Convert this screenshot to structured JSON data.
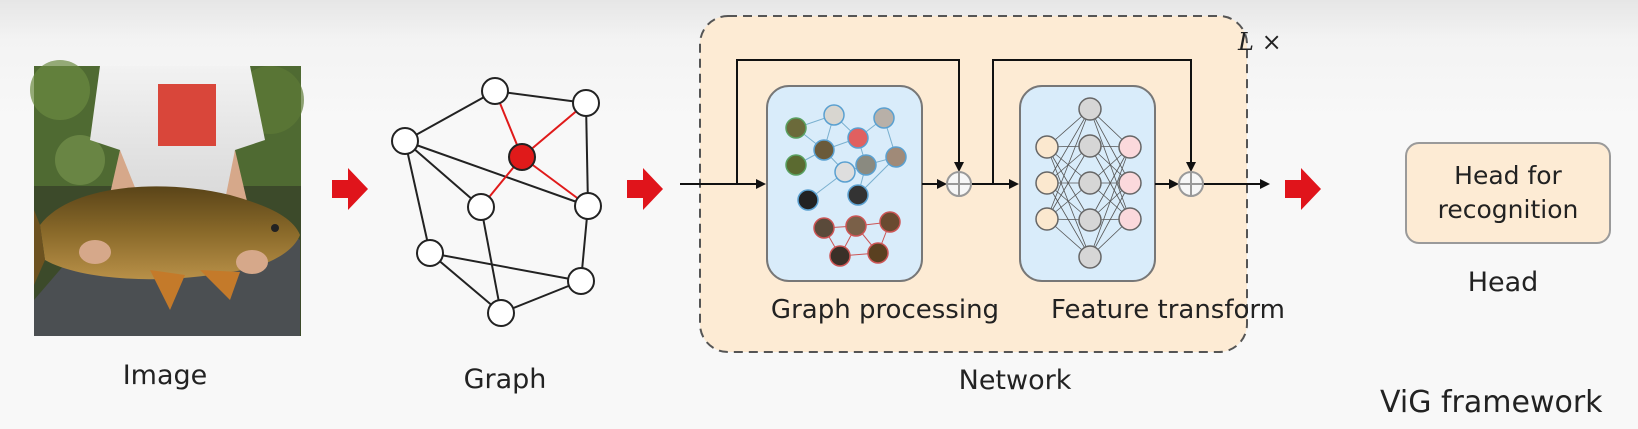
{
  "labels": {
    "image": "Image",
    "graph": "Graph",
    "network": "Network",
    "graph_processing": "Graph processing",
    "feature_transform": "Feature transform",
    "head_box": "Head for recognition",
    "head": "Head",
    "framework": "ViG framework",
    "repeat": "L ×"
  },
  "colors": {
    "arrow_red": "#e0141b",
    "graph_highlight": "#e01a1a",
    "network_bg": "#fdebd4",
    "module_bg": "#d9ecfa",
    "head_bg": "#fdebd4",
    "input_neuron": "#fbe8cf",
    "hidden_neuron": "#d6d6d6",
    "output_neuron": "#fbd9dc"
  }
}
